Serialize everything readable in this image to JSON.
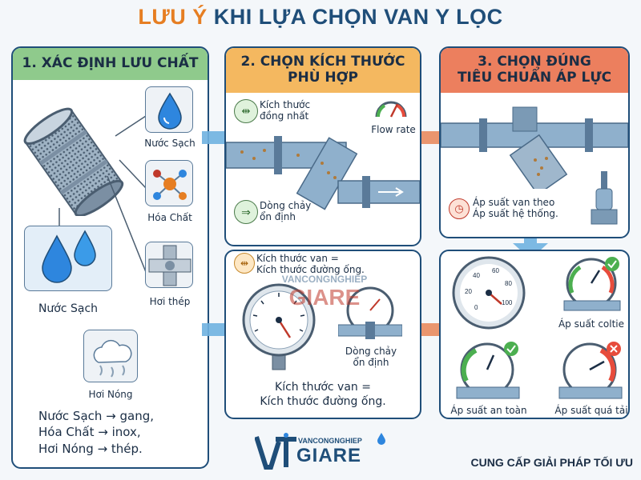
{
  "title": {
    "part1": "LƯU Ý",
    "part2": "KHI LỰA CHỌN VAN Y LỌC"
  },
  "step1": {
    "header": "1. XÁC ĐỊNH LƯU CHẤT",
    "icons": {
      "clean_water": "Nước Sạch",
      "chemical": "Hóa Chất",
      "steam_steel": "Hơi thép",
      "hot_steam": "Hơi Nóng"
    },
    "big_label": "Nước Sạch",
    "rules": [
      "Nước Sạch → gang,",
      "Hóa Chất → inox,",
      "Hơi Nóng → thép."
    ]
  },
  "step2": {
    "header_line1": "2. CHỌN KÍCH THƯỚC",
    "header_line2": "PHÙ HỢP",
    "uniform_size": [
      "Kích thước",
      "đồng nhất"
    ],
    "flow_rate": "Flow rate",
    "stable_flow": [
      "Dòng chảy",
      "ổn định"
    ],
    "size_rule_top": [
      "Kích thước van =",
      "Kích thước đường ống."
    ],
    "stable_flow_2": [
      "Dòng chảy",
      "ổn định"
    ],
    "size_rule_bottom": [
      "Kích thước van =",
      "Kích thước đường ống."
    ]
  },
  "step3": {
    "header_line1": "3. CHỌN ĐÚNG",
    "header_line2": "TIÊU CHUẨN ÁP LỰC",
    "pressure_note": [
      "Áp suất van theo",
      "Áp suất hệ thống."
    ],
    "gauge_ticks": [
      "0",
      "20",
      "40",
      "60",
      "80",
      "100"
    ],
    "label_coltie": "Áp suất coltie",
    "label_safe": "Áp suất an toàn",
    "label_overload": "Áp suất quá tải"
  },
  "watermark": {
    "line1": "VANCONGNGHIEP",
    "line2": "GIARE"
  },
  "logo": {
    "small": "VANCONGNGHIEP",
    "big": "GIARE"
  },
  "footer": "CUNG CẤP GIẢI PHÁP TỐI ƯU",
  "colors": {
    "step1_header": "#8fca8c",
    "step2_header": "#f4b860",
    "step3_header": "#ec7f5e",
    "navy": "#1f4e79",
    "accent_orange": "#e67e22"
  }
}
